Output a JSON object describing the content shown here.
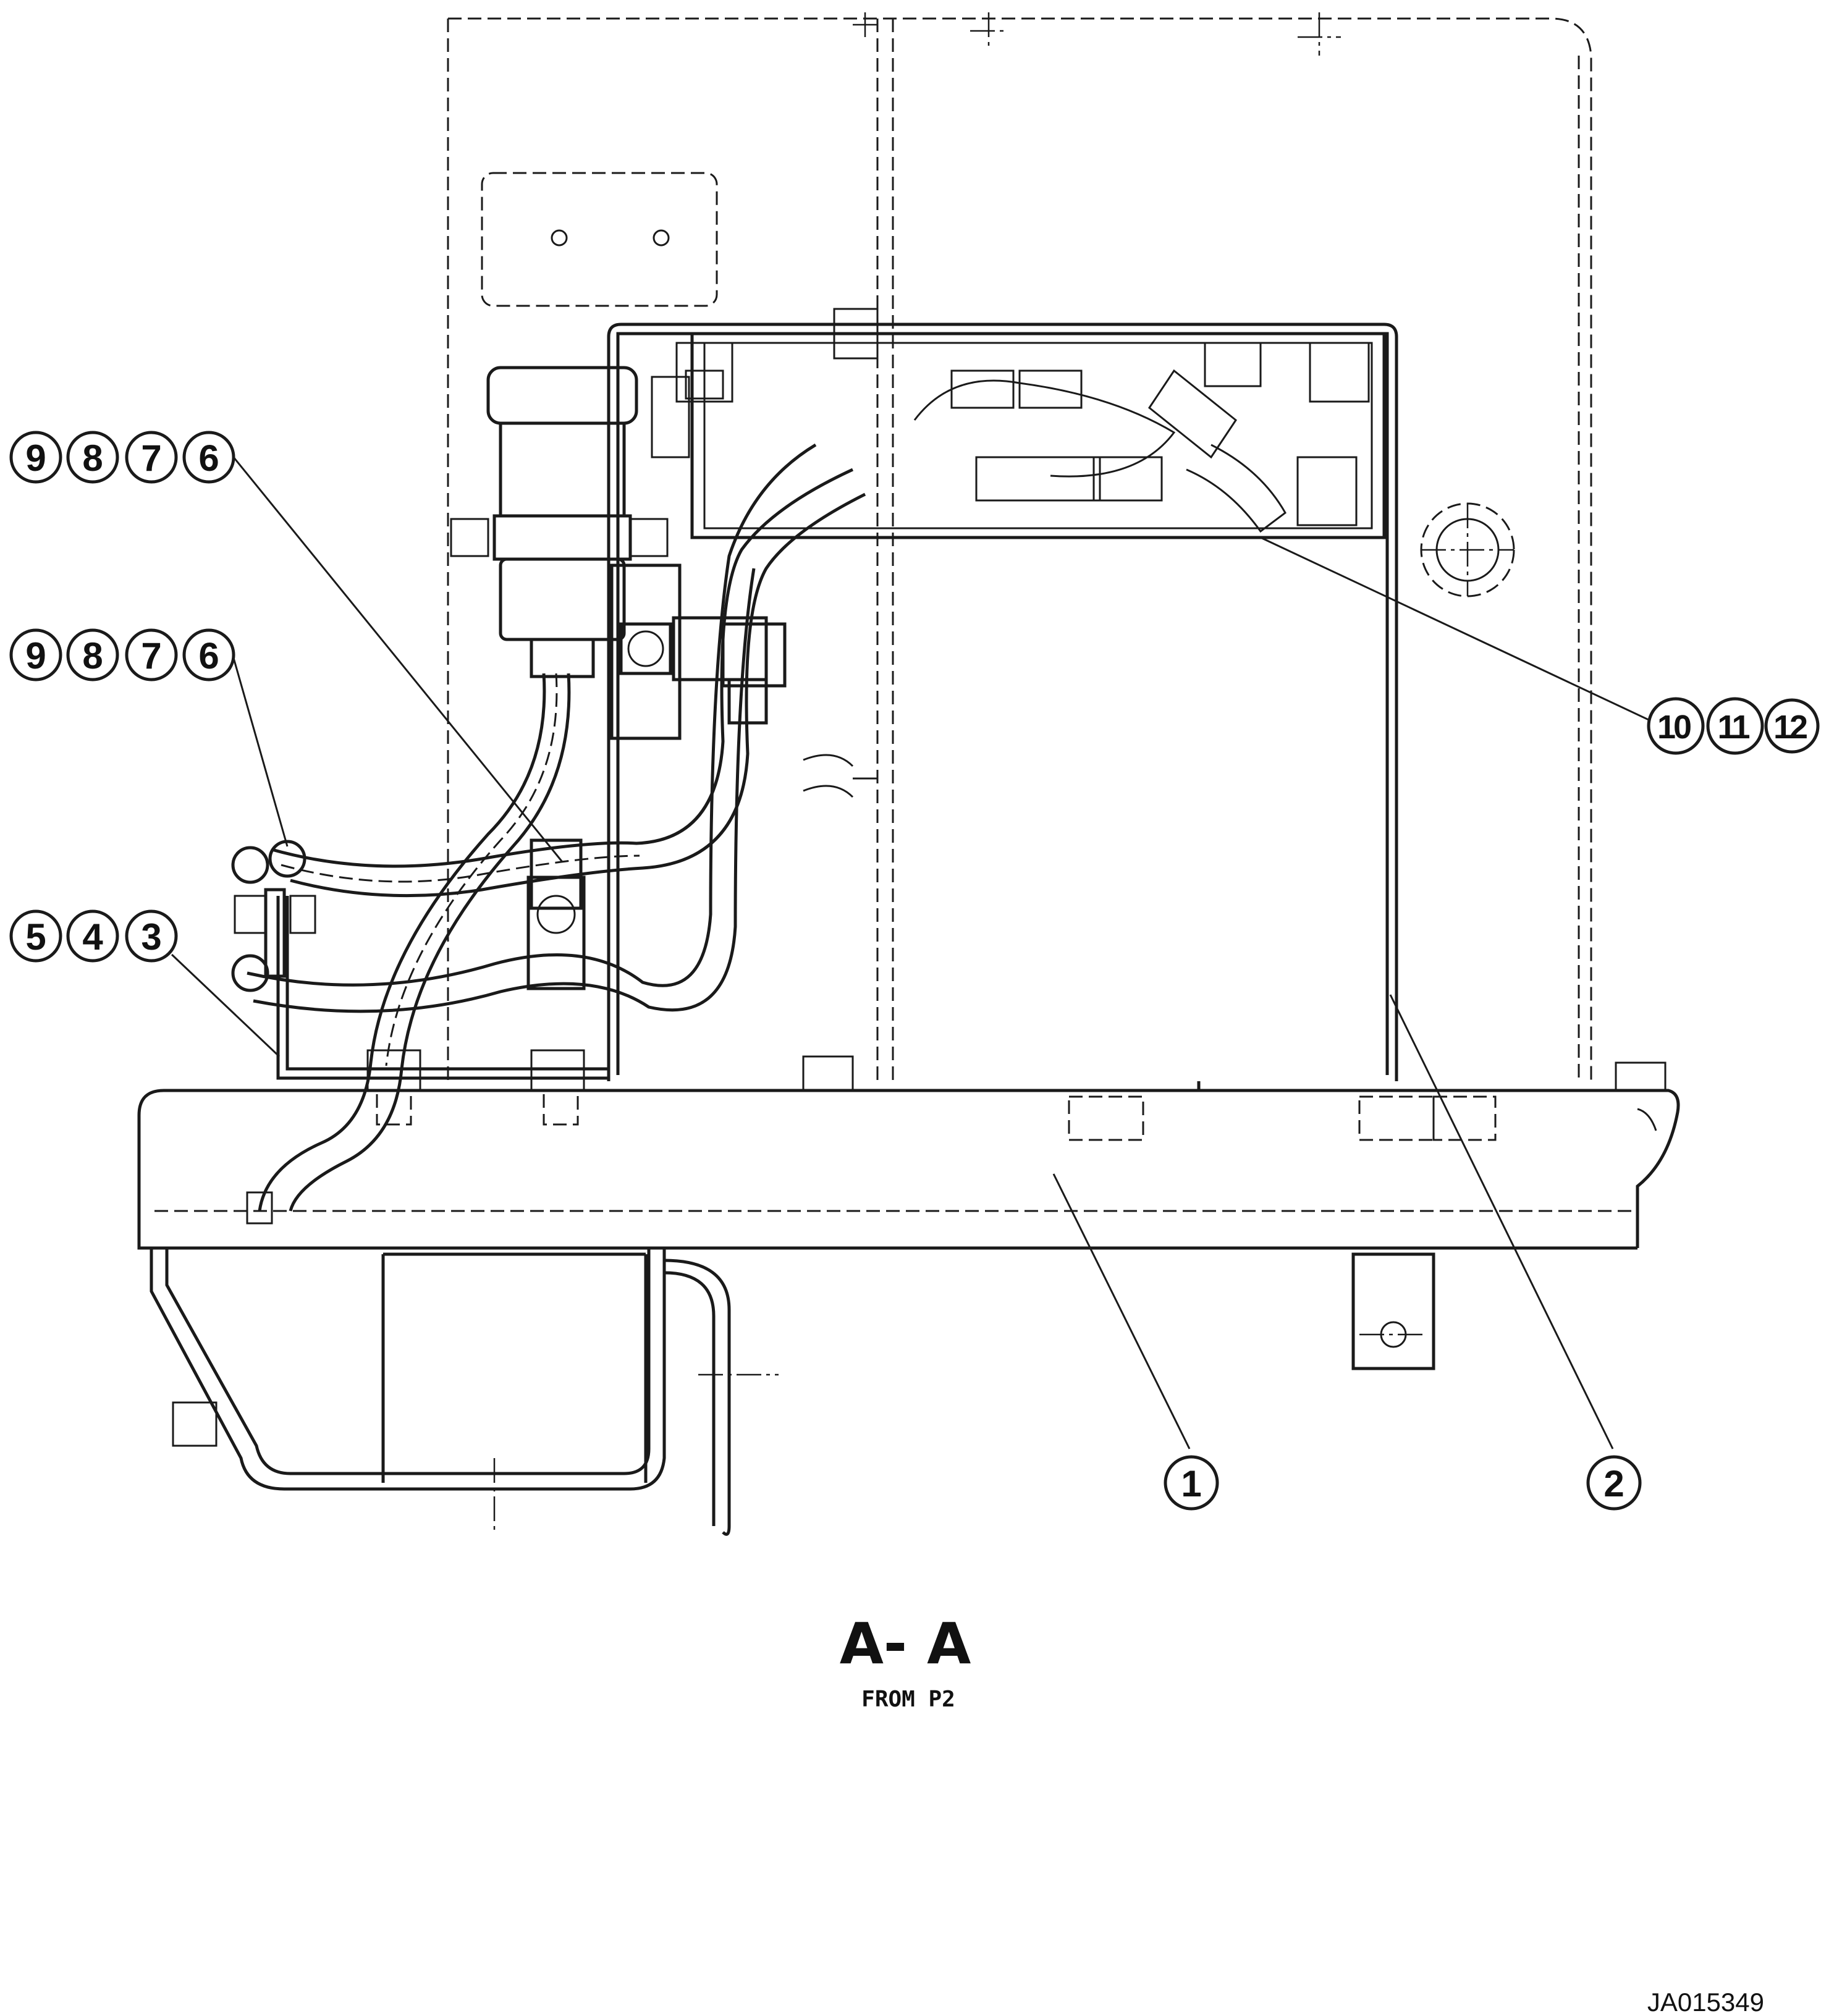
{
  "view": {
    "title": "A- A",
    "subtitle": "FROM P2"
  },
  "drawing_number": "JA015349",
  "callouts": {
    "group_a": [
      "9",
      "8",
      "7",
      "6"
    ],
    "group_b": [
      "9",
      "8",
      "7",
      "6"
    ],
    "group_c": [
      "5",
      "4",
      "3"
    ],
    "group_d": [
      "10",
      "11",
      "12"
    ],
    "item_1": "1",
    "item_2": "2"
  }
}
